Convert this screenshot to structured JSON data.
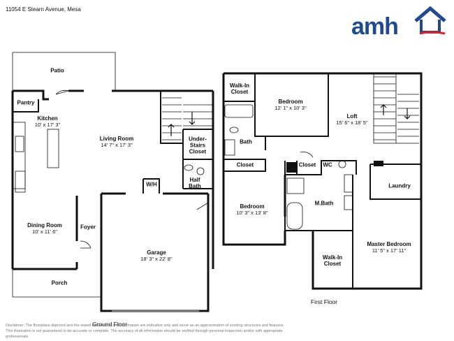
{
  "header": {
    "address": "11054 E Stearn Avenue, Mesa",
    "logo_text": "amh"
  },
  "colors": {
    "logo_blue": "#1f4b8e",
    "logo_red": "#d9232e",
    "wall": "#111111"
  },
  "ground_floor": {
    "caption": "Ground Floor",
    "rooms": [
      {
        "name": "Patio",
        "dims": ""
      },
      {
        "name": "Pantry",
        "dims": ""
      },
      {
        "name": "Kitchen",
        "dims": "10' x 17' 3\""
      },
      {
        "name": "Living Room",
        "dims": "14' 7\" x 17' 3\""
      },
      {
        "name": "Under-",
        "dims": ""
      },
      {
        "name": "Stairs",
        "dims": ""
      },
      {
        "name": "Closet",
        "dims": ""
      },
      {
        "name": "W/H",
        "dims": ""
      },
      {
        "name": "Half",
        "dims": ""
      },
      {
        "name": "Bath",
        "dims": ""
      },
      {
        "name": "Dining Room",
        "dims": "10' x 11' 6\""
      },
      {
        "name": "Foyer",
        "dims": ""
      },
      {
        "name": "Garage",
        "dims": "18' 3\" x 22' 8\""
      },
      {
        "name": "Porch",
        "dims": ""
      }
    ]
  },
  "first_floor": {
    "caption": "First Floor",
    "rooms": [
      {
        "name": "Walk-In",
        "dims": ""
      },
      {
        "name": "Closet",
        "dims": ""
      },
      {
        "name": "Bedroom",
        "dims": "12' 1\" x 10' 3\""
      },
      {
        "name": "Loft",
        "dims": "15' 6\" x 18' 5\""
      },
      {
        "name": "Bath",
        "dims": ""
      },
      {
        "name": "Closet",
        "dims": ""
      },
      {
        "name": "Closet",
        "dims": ""
      },
      {
        "name": "WC",
        "dims": ""
      },
      {
        "name": "Laundry",
        "dims": ""
      },
      {
        "name": "Bedroom",
        "dims": "10' 3\" x 13' 8\""
      },
      {
        "name": "M.Bath",
        "dims": ""
      },
      {
        "name": "Master Bedroom",
        "dims": "11' 5\" x 17' 11\""
      },
      {
        "name": "Walk-In",
        "dims": ""
      },
      {
        "name": "Closet",
        "dims": ""
      }
    ]
  },
  "disclaimer": {
    "line1": "Disclaimer: The floorplans depicted and the stated dimensions and information are indicative only and serve as an approximation of existing structures and features.",
    "line2": "This illustration is not guaranteed to be accurate or complete. The accuracy of all information should be verified through personal inspection and/or with appropriate professionals."
  }
}
